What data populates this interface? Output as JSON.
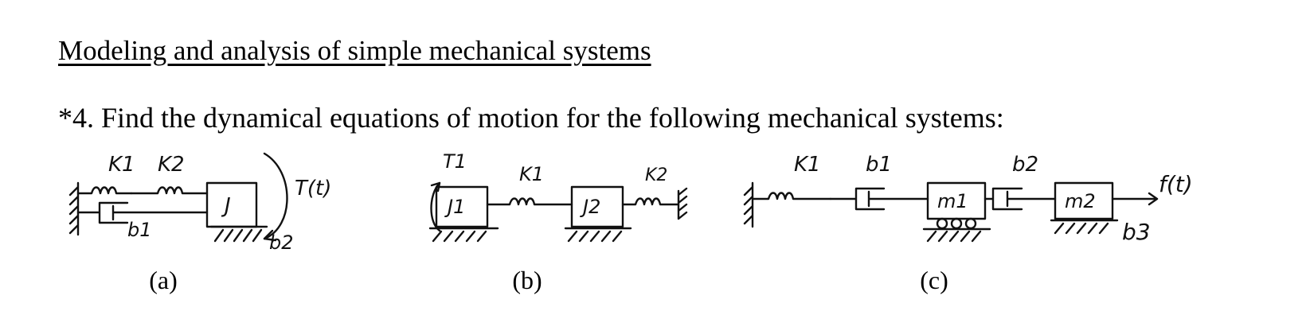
{
  "heading": "Modeling and analysis of simple mechanical systems",
  "problem": "*4. Find the dynamical equations of motion for the following mechanical systems:",
  "figures": [
    {
      "caption": "(a)",
      "labels": {
        "k1": "K1",
        "k2": "K2",
        "mass": "J",
        "torque": "T(t)",
        "b1": "b1",
        "b2": "b2"
      }
    },
    {
      "caption": "(b)",
      "labels": {
        "torque": "T1",
        "k1": "K1",
        "mass1": "J1",
        "mass2": "J2",
        "k2": "K2"
      }
    },
    {
      "caption": "(c)",
      "labels": {
        "k1": "K1",
        "b1": "b1",
        "mass1": "m1",
        "b2": "b2",
        "mass2": "m2",
        "force": "f(t)",
        "b3": "b3"
      }
    }
  ]
}
